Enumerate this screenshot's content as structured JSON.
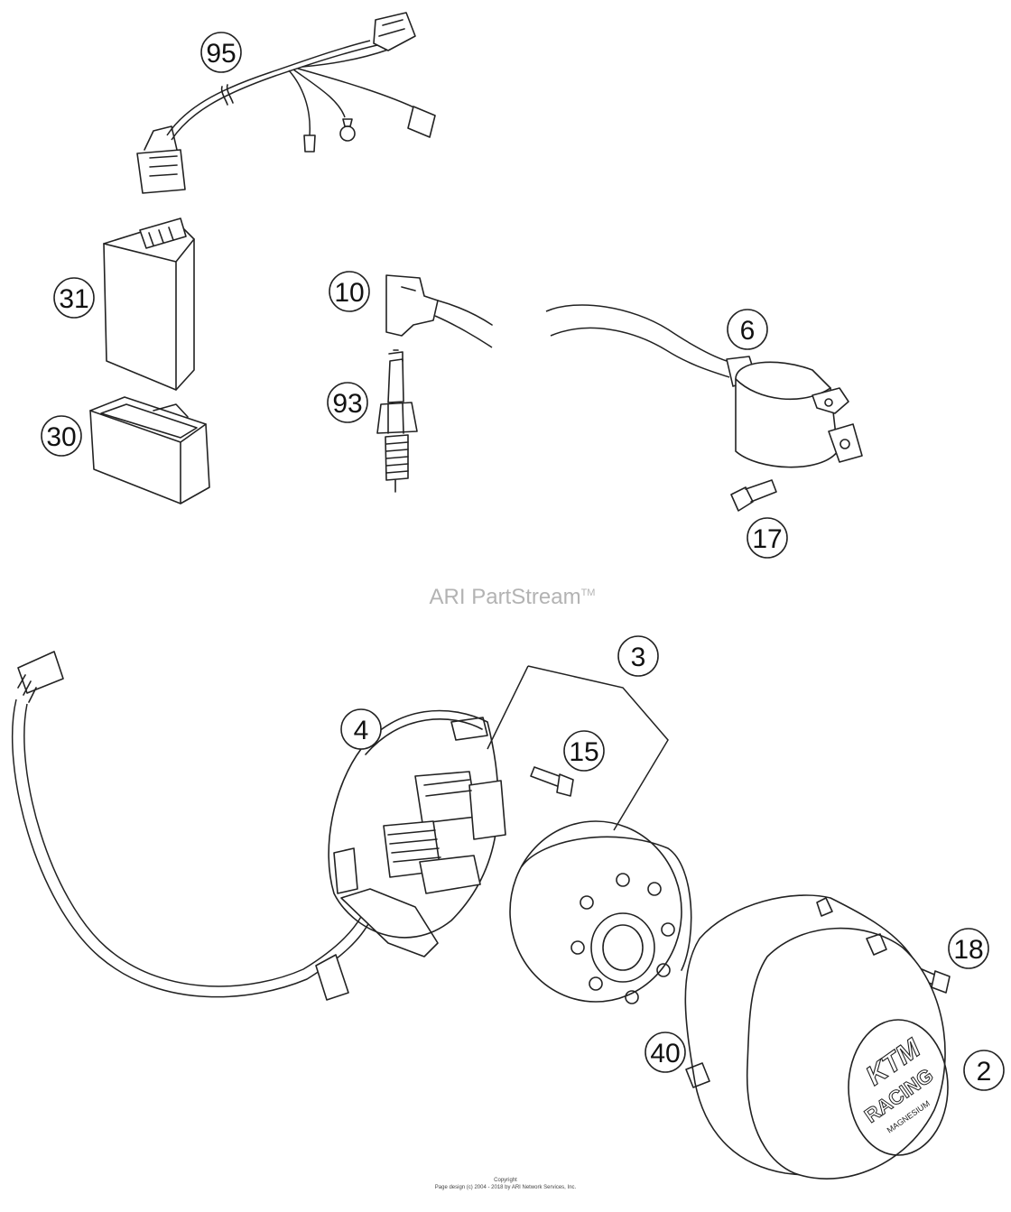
{
  "callouts": {
    "c95": "95",
    "c31": "31",
    "c30": "30",
    "c10": "10",
    "c93": "93",
    "c6": "6",
    "c17": "17",
    "c4": "4",
    "c3": "3",
    "c15": "15",
    "c18": "18",
    "c40": "40",
    "c2": "2"
  },
  "watermark": {
    "text": "ARI PartStream",
    "tm": "TM"
  },
  "cover_logo": {
    "line1": "KTM",
    "line2": "RACING",
    "line3": "MAGNESIUM"
  },
  "copyright": {
    "line1": "Copyright",
    "line2": "Page design (c) 2004 - 2018 by ARI Network Services, Inc."
  }
}
